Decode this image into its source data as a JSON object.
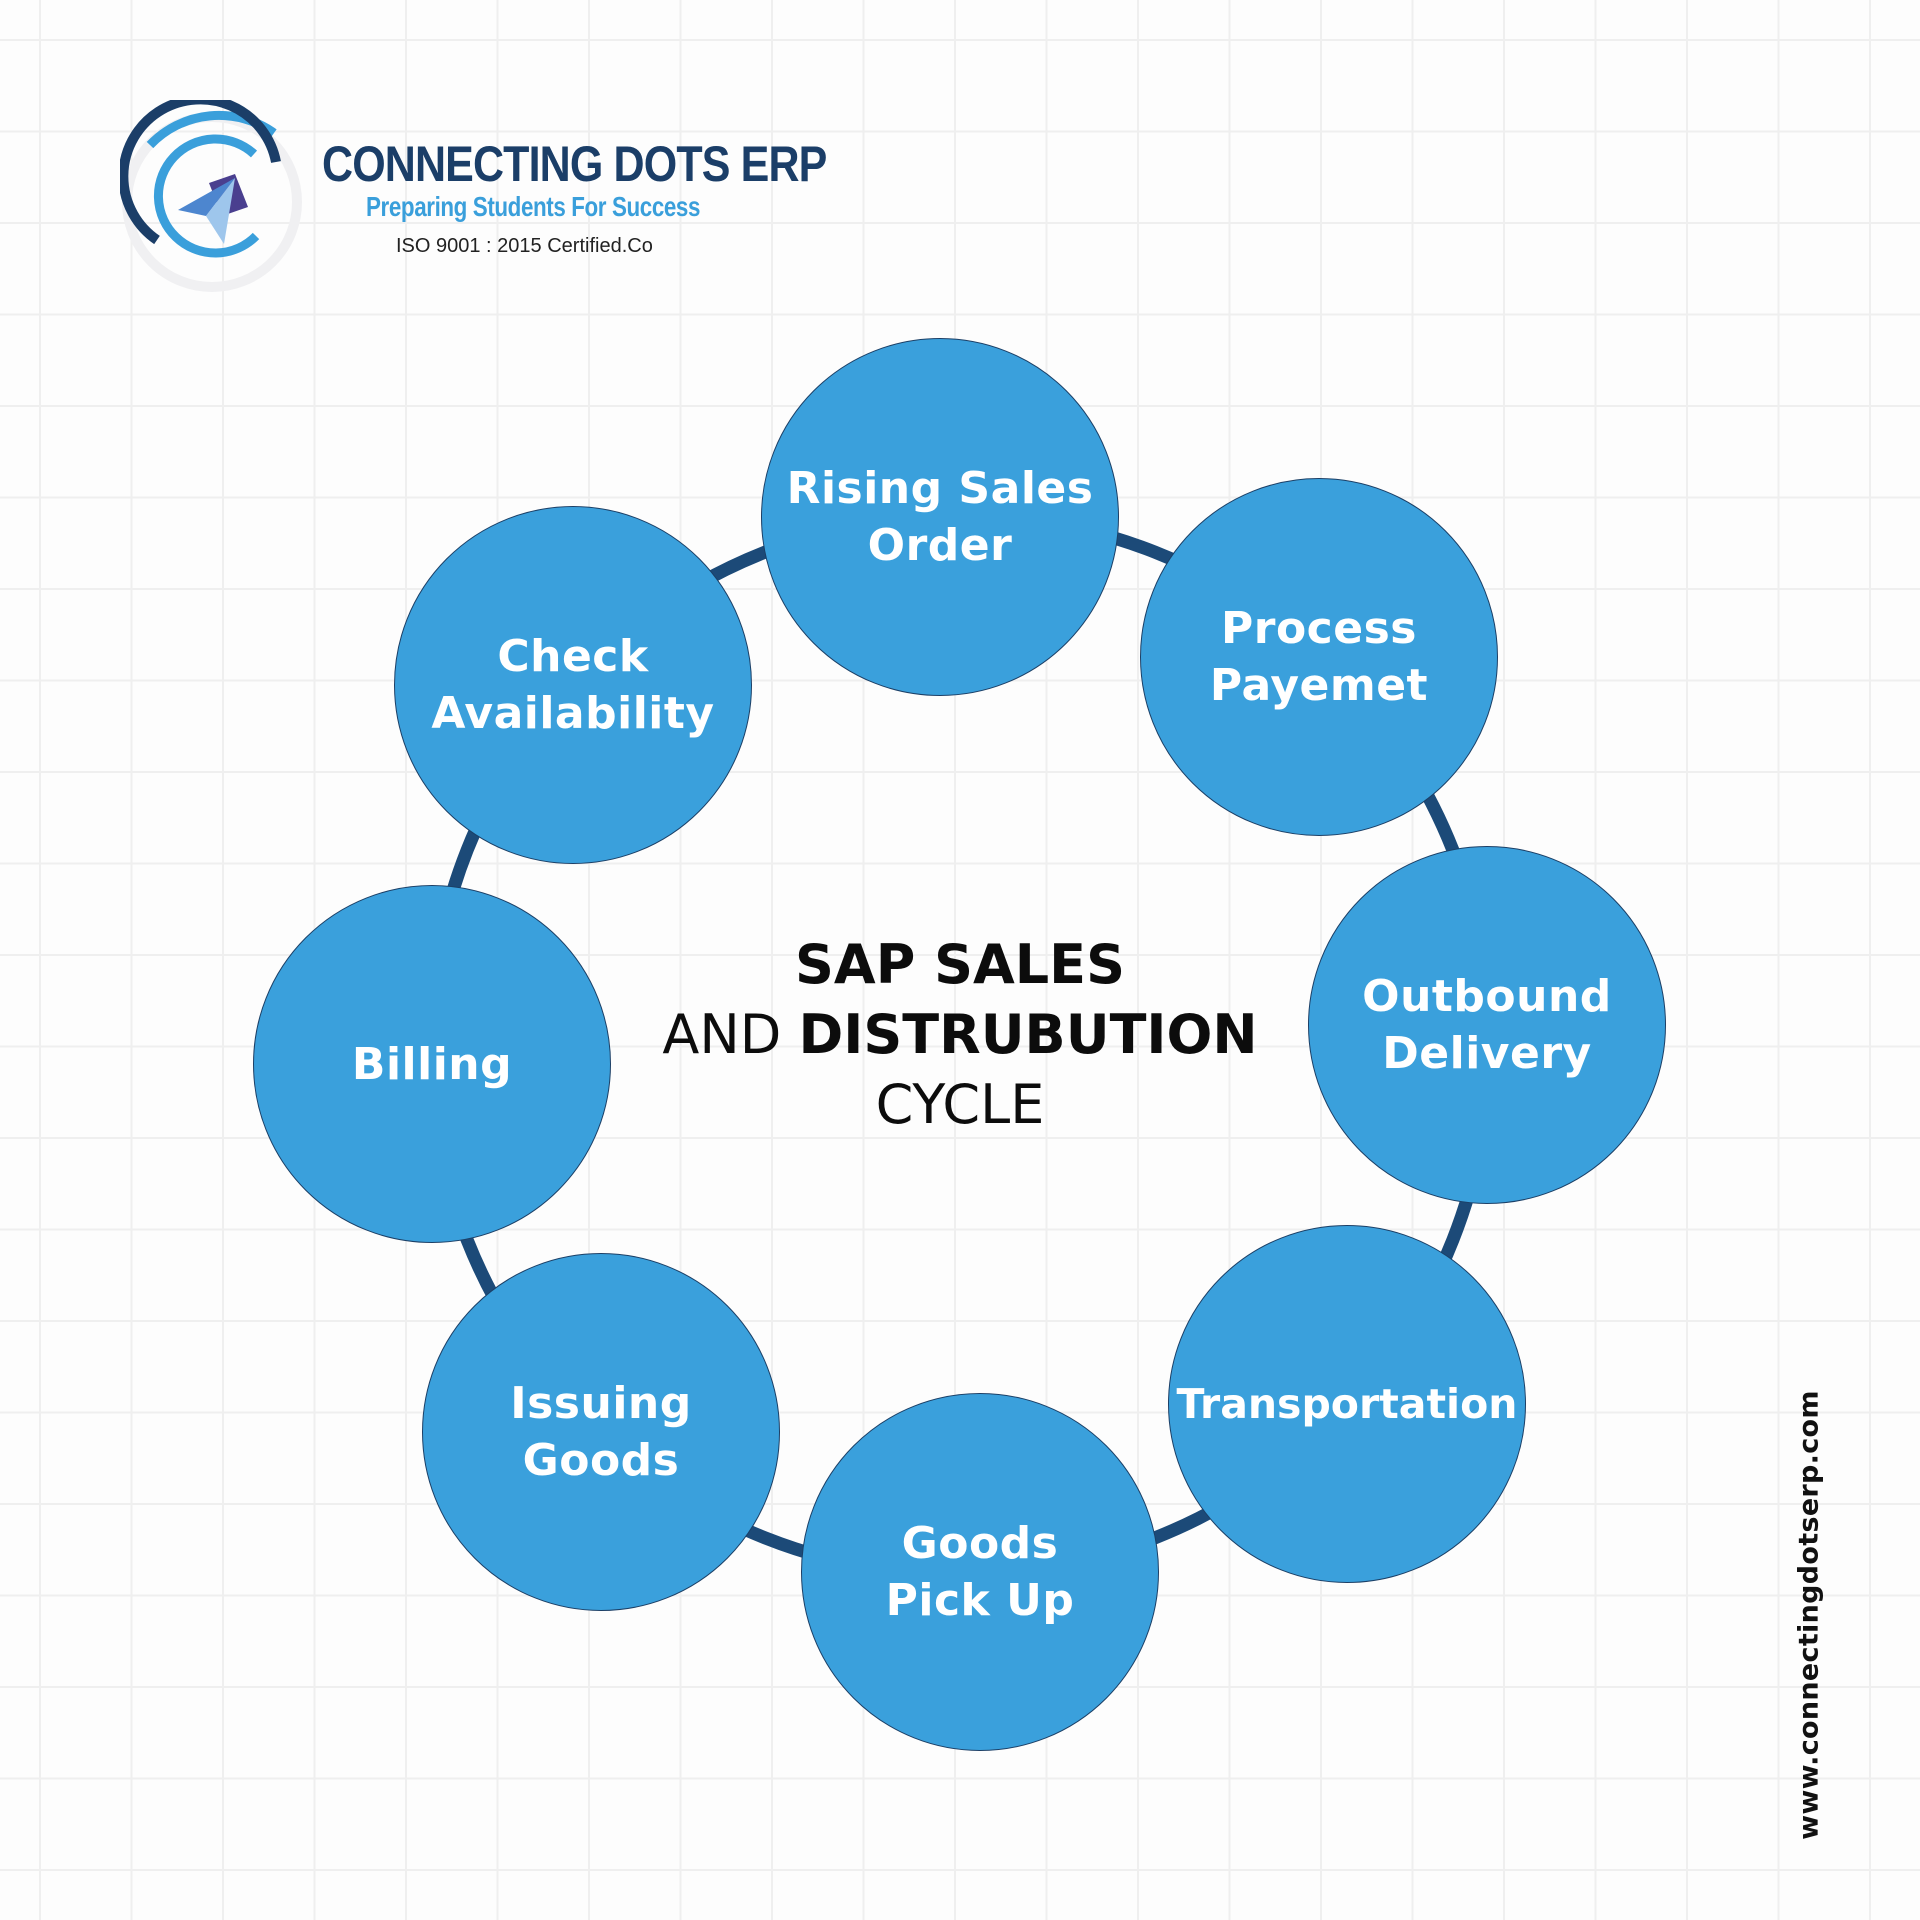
{
  "brand": {
    "name": "CONNECTING DOTS ERP",
    "tagline": "Preparing Students For Success",
    "certification": "ISO 9001 : 2015 Certified.Co",
    "logo_icon": "paper-plane-in-c-rings-icon",
    "colors": {
      "navy": "#1b3e68",
      "sky": "#3a9fdb",
      "purple": "#4a3f8f"
    }
  },
  "diagram": {
    "title": {
      "line1": "SAP SALES",
      "line2_regular": "AND ",
      "line2_bold": "DISTRUBUTION",
      "line3": "CYCLE"
    },
    "colors": {
      "node_fill": "#3aa0dc",
      "node_border": "#1b3f66",
      "ring_stroke": "#1c4a78",
      "node_text": "#ffffff"
    },
    "nodes": [
      {
        "label": "Rising Sales\nOrder"
      },
      {
        "label": "Process\nPayemet"
      },
      {
        "label": "Outbound\nDelivery"
      },
      {
        "label": "Transportation"
      },
      {
        "label": "Goods\nPick Up"
      },
      {
        "label": "Issuing\nGoods"
      },
      {
        "label": "Billing"
      },
      {
        "label": "Check\nAvailability"
      }
    ]
  },
  "footer": {
    "website": "www.connectingdotserp.com"
  }
}
